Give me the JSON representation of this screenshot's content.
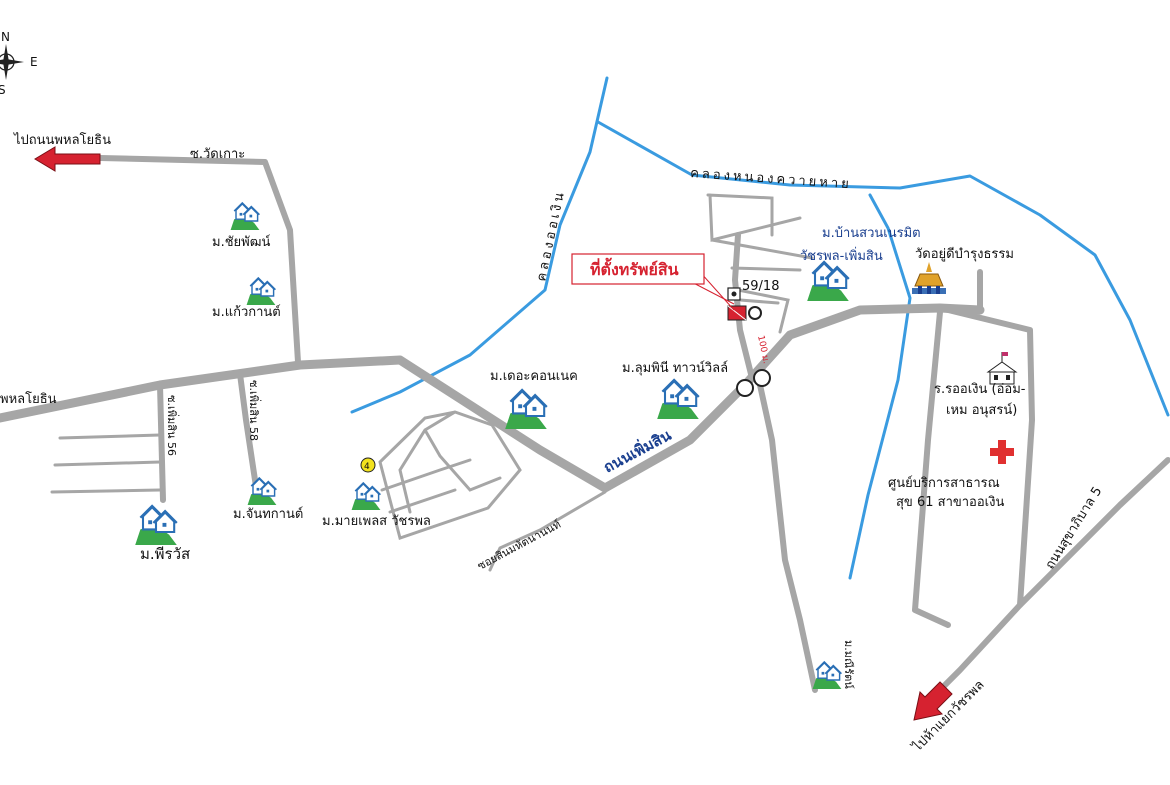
{
  "compass": {
    "n": "N",
    "e": "E",
    "s": "S"
  },
  "labels": {
    "to_phahon_top": "ไปถนนพหลโยธิน",
    "soi_wat_ko": "ซ.วัดเกาะ",
    "chaiphat": "ม.ชัยพัฒน์",
    "kaewkan": "ม.แก้วกานต์",
    "phahon_left": "พหลโยธิน",
    "soi_56": "ซ.เพิ่มสิน 56",
    "soi_58": "ซ.เพิ่มสิน 58",
    "chantakan": "ม.จันทกานต์",
    "pruwas": "ม.พีรวัส",
    "mai_place": "ม.มายเพลส วัชรพล",
    "soi_sinmahanat": "ซอยสินมหัตนานนท์",
    "the_connect": "ม.เดอะคอนเนค",
    "lumpini": "ม.ลุมพินี ทาวน์วิลล์",
    "road_phoemsin": "ถนนเพิ่มสิน",
    "khlong_ngoen": "คลองออเงิน",
    "khlong_khwai": "คลองหนองควายหาย",
    "property_marker": "ที่ตั้งทรัพย์สิน",
    "house_no": "59/18",
    "dist": "100 ม.",
    "suan_narumit_1": "ม.บ้านสวนเนรมิต",
    "suan_narumit_2": "วัชรพล-เพิ่มสิน",
    "wat": "วัดอยู่ดีบำรุงธรรม",
    "school_1": "ร.รออเงิน (อ่อม-",
    "school_2": "เหม อนุสรน์)",
    "health_1": "ศูนย์บริการสาธารณ",
    "health_2": "สุข 61 สาขาออเงิน",
    "sukha_5": "ถนนสุขาภิบาล 5",
    "to_watcharaphon": "ไปห้าแยกวัชรพล",
    "maneerat": "ม.มณีรัตน์",
    "bus_marker": "4"
  },
  "colors": {
    "road": "#a6a6a6",
    "canal": "#3a9be0",
    "arrow": "#d62230",
    "label_blue": "#1a3f8f",
    "property": "#d62230",
    "house_blue": "#2a6fb5",
    "grass": "#3aa84a"
  },
  "icons": {
    "compass": "compass-icon",
    "house": "house-icon",
    "temple": "temple-icon",
    "school": "school-icon",
    "hospital": "red-cross-icon",
    "roundabout": "roundabout-icon",
    "arrow": "red-arrow-icon"
  }
}
